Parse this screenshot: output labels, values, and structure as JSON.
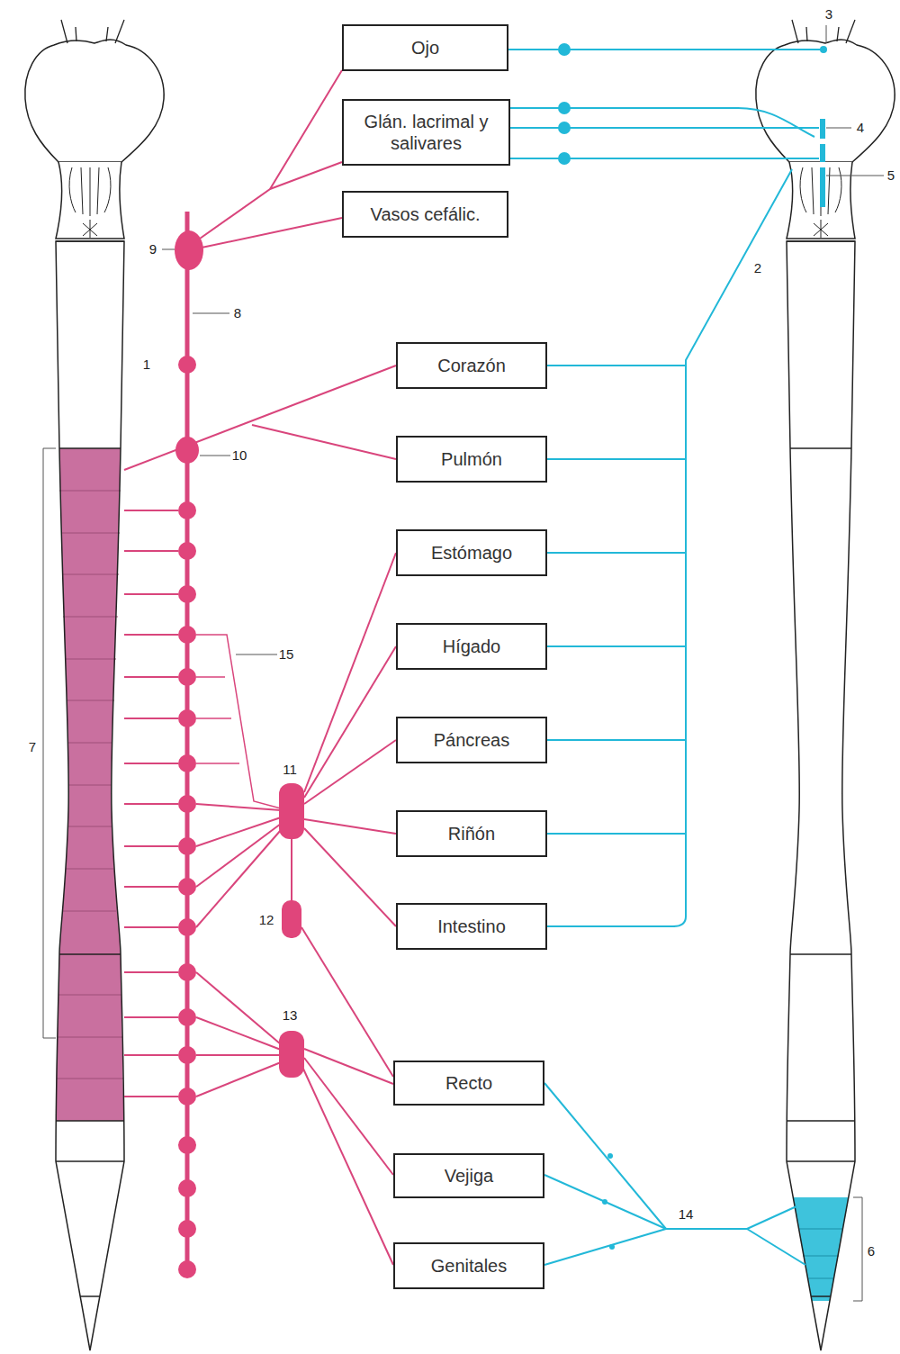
{
  "diagram": {
    "nodes": [
      {
        "text": [
          "Ojo"
        ]
      },
      {
        "text": [
          "Glán. lacrimal y salivares"
        ]
      },
      {
        "text": [
          "Vasos cefálic."
        ]
      },
      {
        "text": [
          "Corazón"
        ]
      },
      {
        "text": [
          "Pulmón"
        ]
      },
      {
        "text": [
          "Estómago"
        ]
      },
      {
        "text": [
          "Hígado"
        ]
      },
      {
        "text": [
          "Páncreas"
        ]
      },
      {
        "text": [
          "Riñón"
        ]
      },
      {
        "text": [
          "Intestino"
        ]
      },
      {
        "text": [
          "Recto"
        ]
      },
      {
        "text": [
          "Vejiga"
        ]
      },
      {
        "text": [
          "Genitales"
        ]
      }
    ],
    "labels": [
      "3",
      "4",
      "5",
      "9",
      "8",
      "2",
      "1",
      "10",
      "15",
      "7",
      "11",
      "12",
      "13",
      "14",
      "6"
    ]
  }
}
